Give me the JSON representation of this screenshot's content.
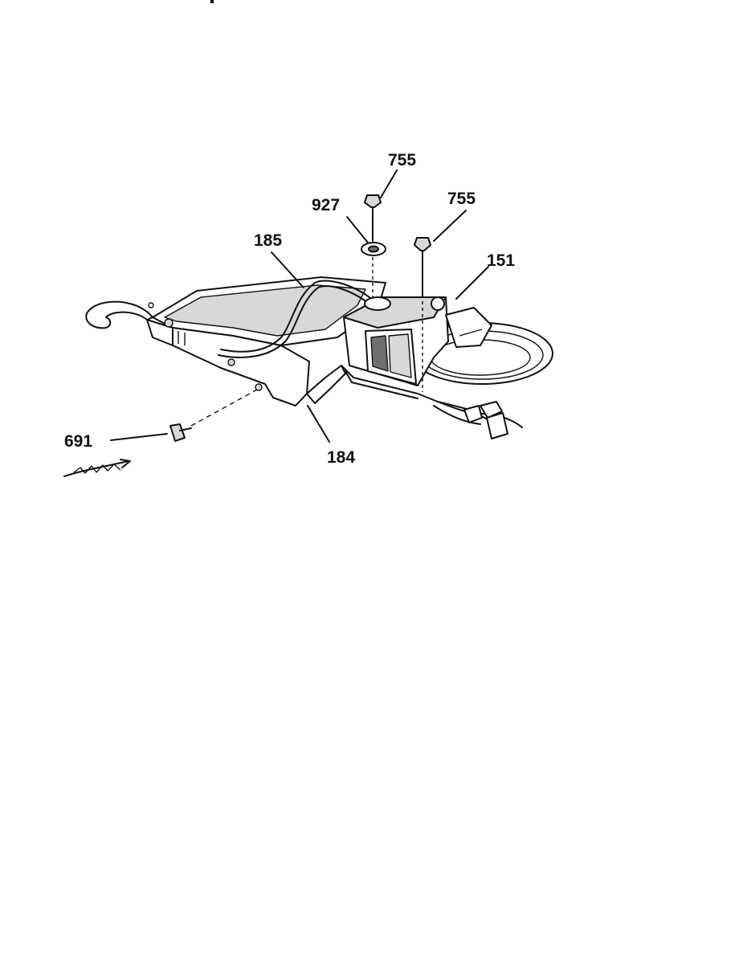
{
  "callouts": {
    "p755_top": "755",
    "p755_right": "755",
    "p927": "927",
    "p185": "185",
    "p151": "151",
    "p691": "691",
    "p184": "184"
  },
  "colors": {
    "ink": "#111111",
    "background": "#ffffff"
  }
}
